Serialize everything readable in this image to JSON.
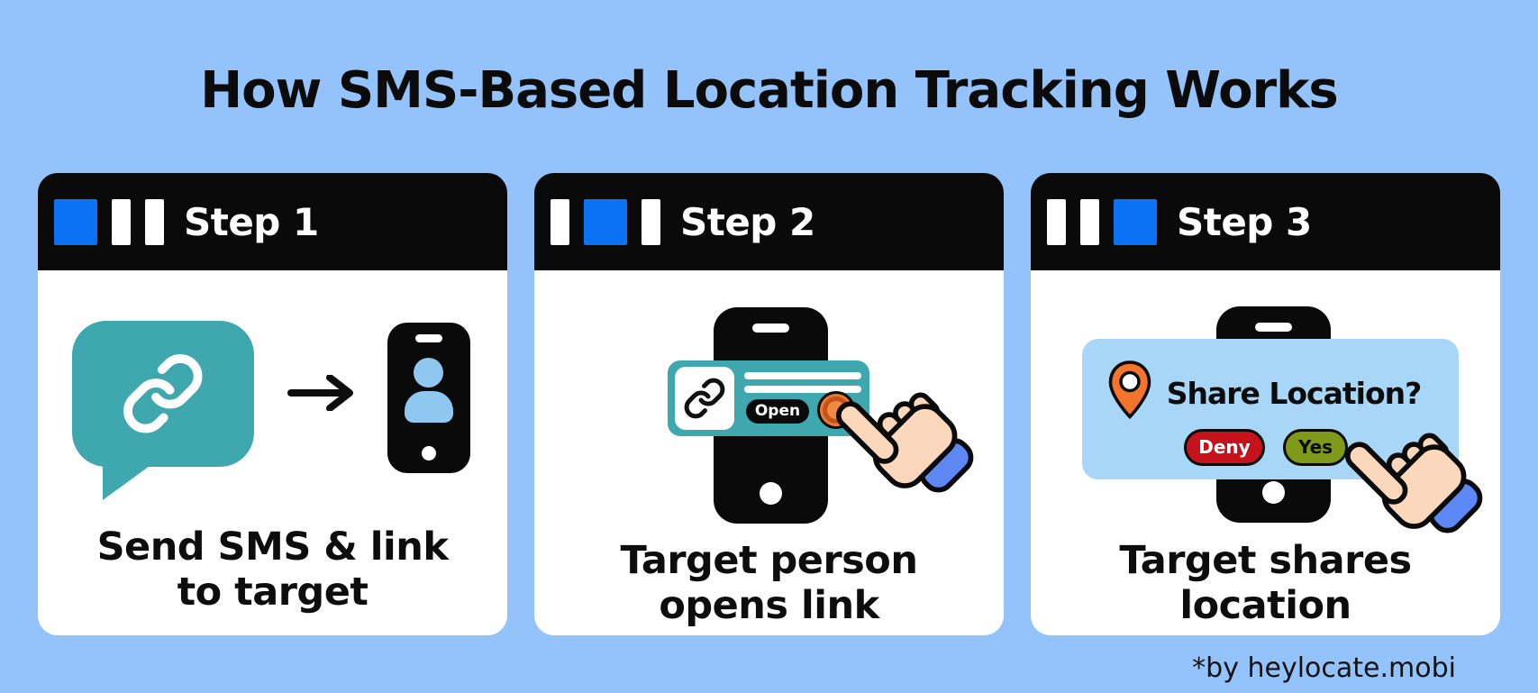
{
  "page": {
    "title": "How SMS-Based Location Tracking Works",
    "footer": "*by heylocate.mobi"
  },
  "colors": {
    "background": "#93c3fa",
    "card_header_black": "#0a0a0a",
    "active_step_blue": "#0b72f5",
    "inactive_step_white": "#ffffff",
    "bubble_teal": "#3fa7ae",
    "screen_user_blue": "#8ec7f0",
    "dialog_blue": "#a8d6f7",
    "pin_orange": "#f4742c",
    "press_button_orange": "#ee7a31",
    "deny_red": "#c5121b",
    "yes_olive": "#7e9a18",
    "hand_skin": "#fbd7bc",
    "sleeve_blue": "#5d87f3"
  },
  "steps": [
    {
      "label": "Step 1",
      "caption_line1": "Send SMS & link",
      "caption_line2": "to target"
    },
    {
      "label": "Step 2",
      "caption_line1": "Target person",
      "caption_line2": "opens link",
      "notification": {
        "open_label": "Open"
      }
    },
    {
      "label": "Step 3",
      "caption_line1": "Target shares",
      "caption_line2": "location",
      "dialog": {
        "question": "Share Location?",
        "deny_label": "Deny",
        "yes_label": "Yes"
      }
    }
  ]
}
